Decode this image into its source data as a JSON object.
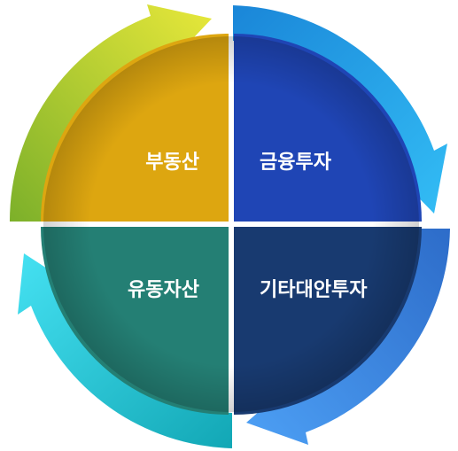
{
  "quadrants": {
    "top_left": {
      "label": "부동산",
      "color": "#DDA610"
    },
    "top_right": {
      "label": "금융투자",
      "color": "#1F45B5"
    },
    "bottom_left": {
      "label": "유동자산",
      "color": "#247F74"
    },
    "bottom_right": {
      "label": "기타대안투자",
      "color": "#183A70"
    }
  },
  "arrows": {
    "top_left": {
      "from": "#7CB02A",
      "to": "#E8E83A"
    },
    "top_right": {
      "from": "#1A86D8",
      "to": "#33BDF5"
    },
    "bottom_right": {
      "from": "#2D6CC9",
      "to": "#4DA0F5"
    },
    "bottom_left": {
      "from": "#12A7B5",
      "to": "#45E1F2"
    }
  }
}
